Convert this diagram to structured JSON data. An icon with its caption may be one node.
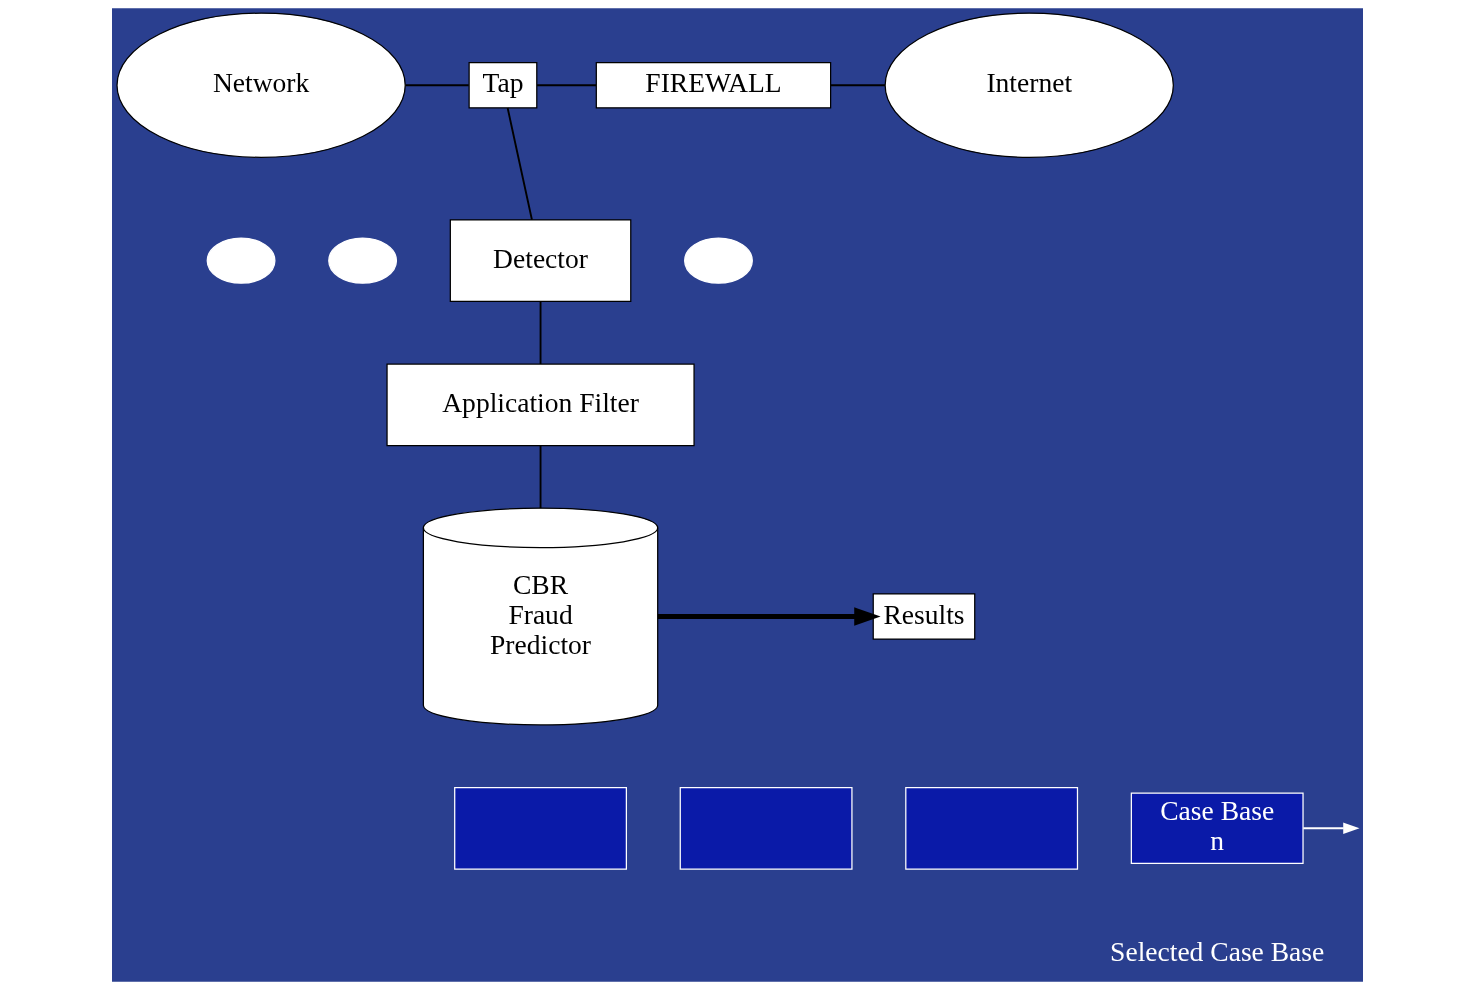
{
  "diagram": {
    "nodes": [
      {
        "text": [
          "Network"
        ]
      },
      {
        "text": [
          "Tap"
        ]
      },
      {
        "text": [
          "FIREWALL"
        ]
      },
      {
        "text": [
          "Internet"
        ]
      },
      {
        "text": [],
        "shape": "ellipse"
      },
      {
        "text": [],
        "shape": "ellipse"
      },
      {
        "text": [],
        "shape": "ellipse"
      },
      {
        "text": [
          "Detector"
        ]
      },
      {
        "text": [
          "Application Filter"
        ]
      },
      {
        "text": [
          "CBR Fraud Predictor"
        ]
      },
      {
        "text": [
          "Results"
        ]
      },
      {
        "text": [],
        "shape": "box"
      },
      {
        "text": [],
        "shape": "box"
      },
      {
        "text": [],
        "shape": "box"
      },
      {
        "text": [
          "Case Base n"
        ]
      }
    ],
    "edges": [
      {
        "from": 0,
        "to": 1,
        "arrow": "none"
      },
      {
        "from": 1,
        "to": 2,
        "arrow": "none"
      },
      {
        "from": 2,
        "to": 3,
        "arrow": "none"
      },
      {
        "from": 1,
        "to": 7,
        "arrow": "none"
      },
      {
        "from": 7,
        "to": 8,
        "arrow": "none"
      },
      {
        "from": 8,
        "to": 9,
        "arrow": "none"
      },
      {
        "from": 9,
        "to": 10,
        "arrow": "to",
        "style": "thick"
      },
      {
        "from": 14,
        "to": null,
        "arrow": "to",
        "color": "#ffffff"
      }
    ],
    "labels": [
      "Selected Case Base"
    ]
  }
}
